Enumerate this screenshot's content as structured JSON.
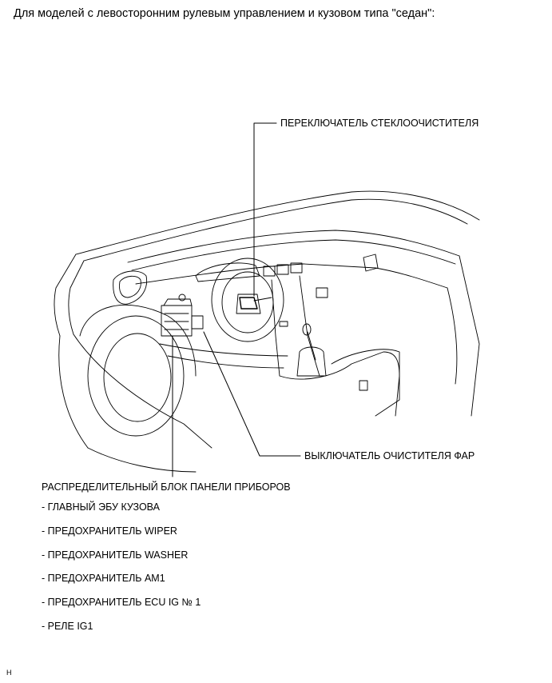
{
  "heading": "Для моделей с левосторонним рулевым управлением и кузовом типа \"седан\":",
  "callouts": {
    "wiper_switch": "ПЕРЕКЛЮЧАТЕЛЬ СТЕКЛООЧИСТИТЕЛЯ",
    "headlamp_cleaner_switch": "ВЫКЛЮЧАТЕЛЬ ОЧИСТИТЕЛЯ ФАР",
    "junction_block": "РАСПРЕДЕЛИТЕЛЬНЫЙ БЛОК ПАНЕЛИ ПРИБОРОВ"
  },
  "junction_block_items": [
    "- ГЛАВНЫЙ ЭБУ КУЗОВА",
    "- ПРЕДОХРАНИТЕЛЬ WIPER",
    "- ПРЕДОХРАНИТЕЛЬ WASHER",
    "- ПРЕДОХРАНИТЕЛЬ AM1",
    "- ПРЕДОХРАНИТЕЛЬ ECU IG № 1",
    "- РЕЛЕ IG1"
  ],
  "figure_code": "H"
}
